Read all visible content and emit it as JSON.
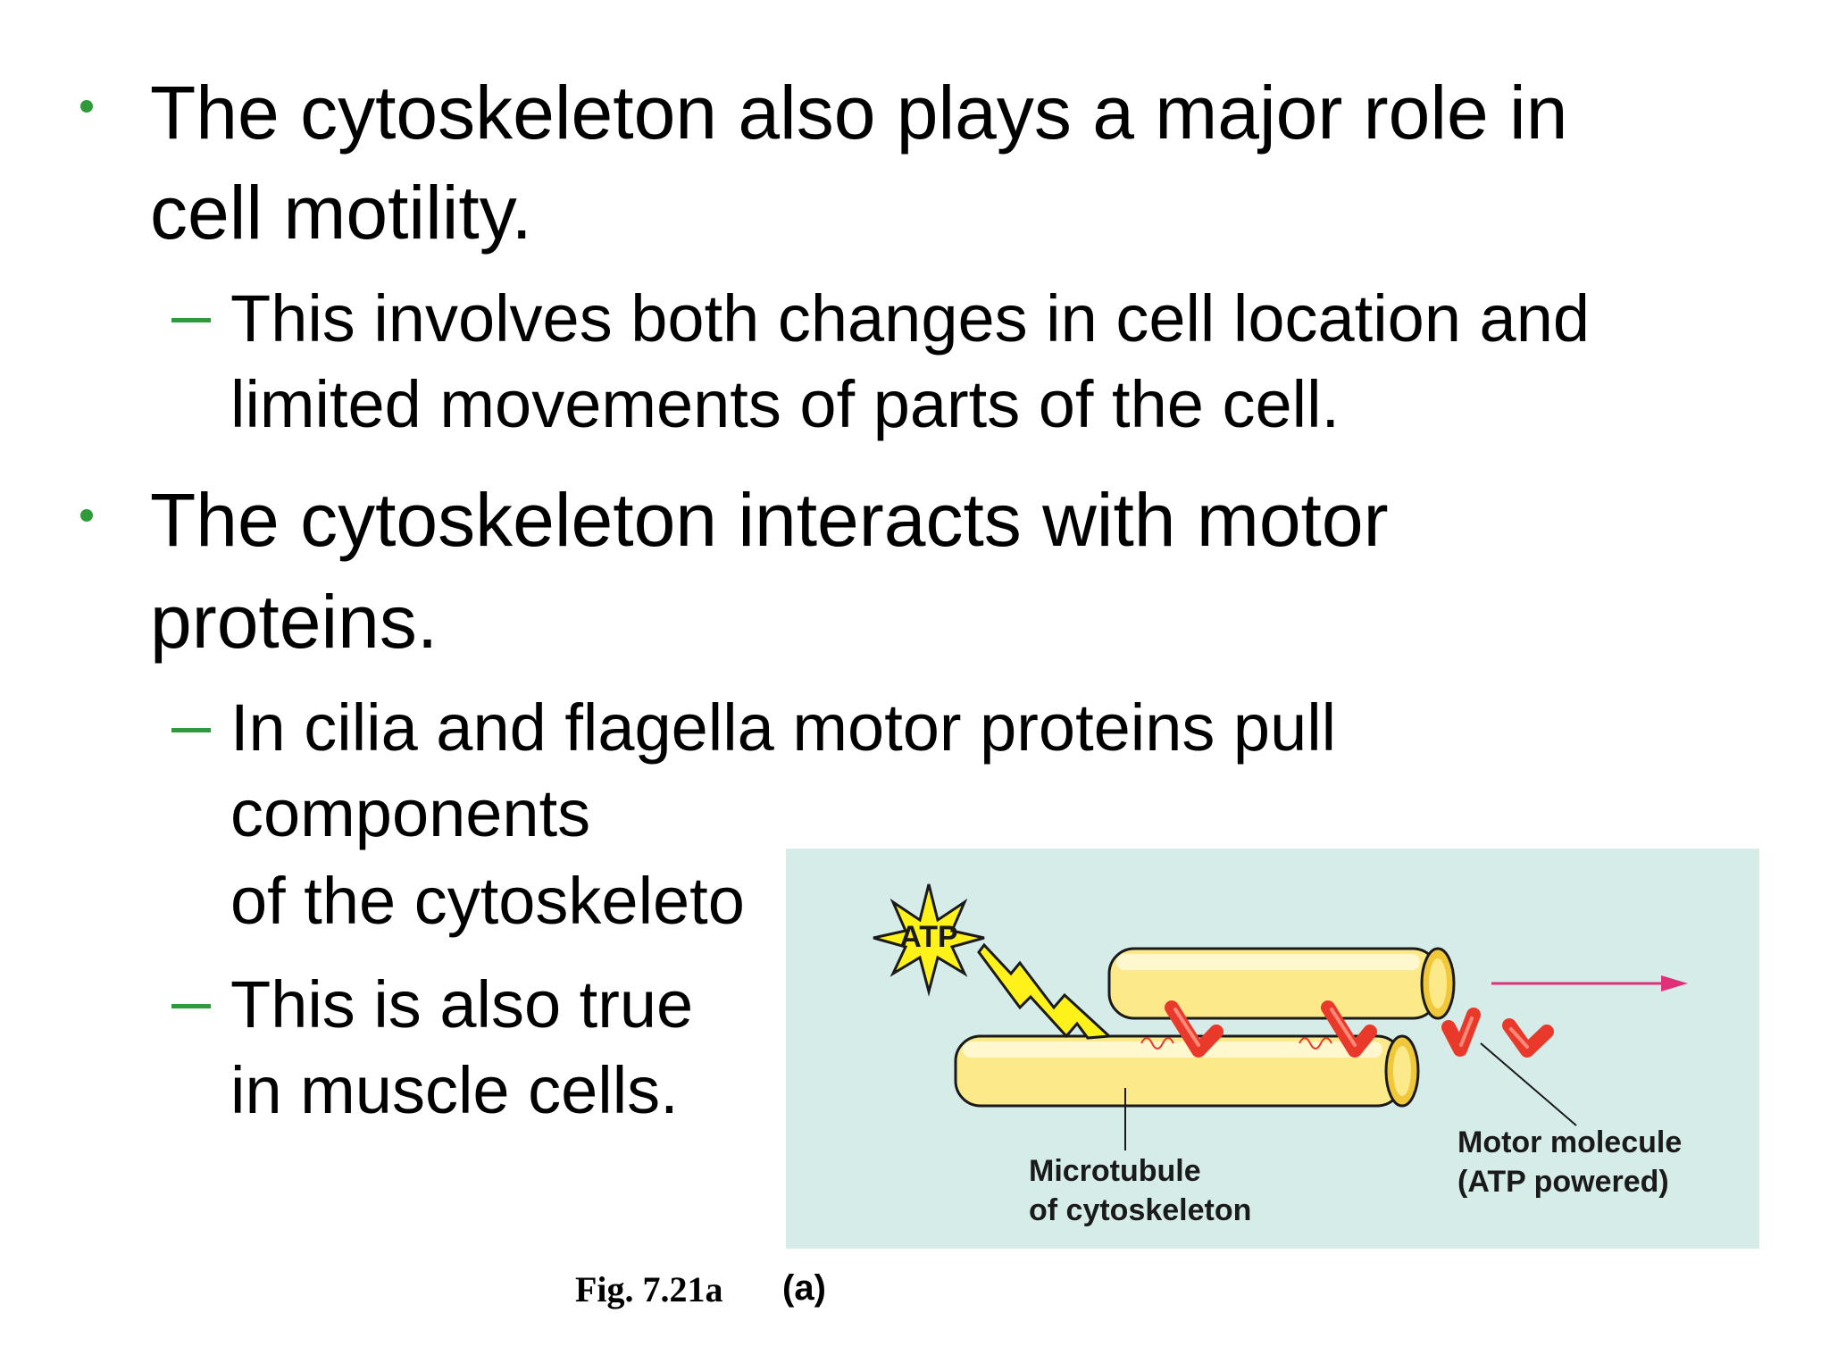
{
  "bullets": {
    "b1_line1": "The cytoskeleton also plays a major role in",
    "b1_line2": "cell motility.",
    "b1_sub1_line1": "This involves both changes in cell location and",
    "b1_sub1_line2": "limited movements of parts of the cell.",
    "b2_line1": "The cytoskeleton interacts with motor",
    "b2_line2": "proteins.",
    "b2_sub1_line1": "In cilia and flagella motor proteins pull",
    "b2_sub1_line2": "components",
    "b2_sub1_line3": "of the cytoskeleto",
    "b2_sub2_line1": "This is also true",
    "b2_sub2_line2": "in muscle cells."
  },
  "figure": {
    "atp_label": "ATP",
    "microtubule_label_line1": "Microtubule",
    "microtubule_label_line2": "of cytoskeleton",
    "motor_label_line1": "Motor molecule",
    "motor_label_line2": "(ATP powered)",
    "caption": "Fig. 7.21a",
    "panel_letter": "(a)",
    "colors": {
      "panel_bg": "#d6ece9",
      "tube_fill": "#fbe98a",
      "motor_red": "#e8392a",
      "arrow_pink": "#e0307a",
      "atp_yellow": "#fff21a",
      "bullet_green": "#2e9a3a"
    }
  }
}
